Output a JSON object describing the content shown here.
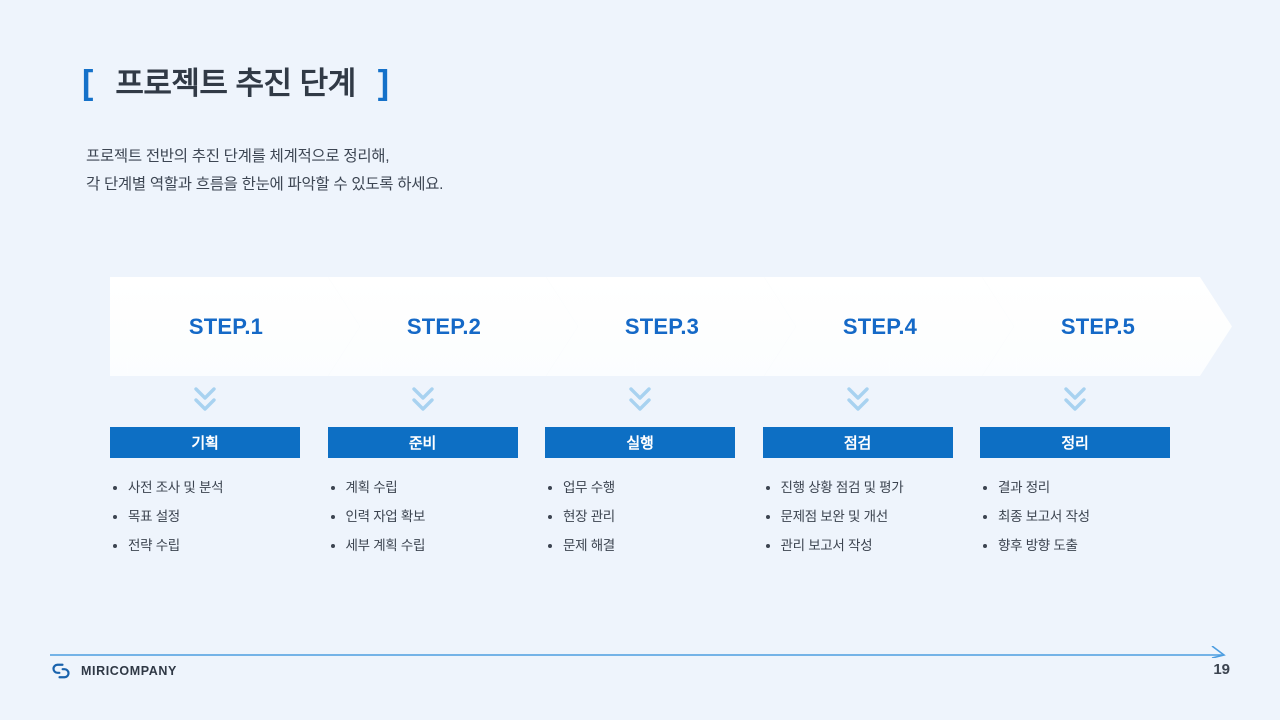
{
  "slide": {
    "background_color": "#eef4fc",
    "accent_color": "#0d6fc4",
    "title_bracket_left": "[",
    "title_bracket_right": "]",
    "title": "프로젝트 추진 단계",
    "subtitle": "프로젝트 전반의 추진 단계를 체계적으로 정리해,\n각 단계별 역할과 흐름을 한눈에 파악할 수 있도록 하세요."
  },
  "steps": [
    {
      "step_label": "STEP.1",
      "bar_label": "기획",
      "bullets": [
        "사전 조사 및 분석",
        "목표 설정",
        "전략 수립"
      ]
    },
    {
      "step_label": "STEP.2",
      "bar_label": "준비",
      "bullets": [
        "계획 수립",
        "인력 자업 확보",
        "세부 계획 수립"
      ]
    },
    {
      "step_label": "STEP.3",
      "bar_label": "실행",
      "bullets": [
        "업무 수행",
        "현장 관리",
        "문제 해결"
      ]
    },
    {
      "step_label": "STEP.4",
      "bar_label": "점검",
      "bullets": [
        "진행 상황 점검 및 평가",
        "문제점 보완 및 개선",
        "관리 보고서 작성"
      ]
    },
    {
      "step_label": "STEP.5",
      "bar_label": "정리",
      "bullets": [
        "결과 정리",
        "최종 보고서 작성",
        "향후 방향 도출"
      ]
    }
  ],
  "footer": {
    "logo_icon": "interlocking-links-logo-icon",
    "company": "MIRICOMPANY",
    "page_number": "19"
  }
}
